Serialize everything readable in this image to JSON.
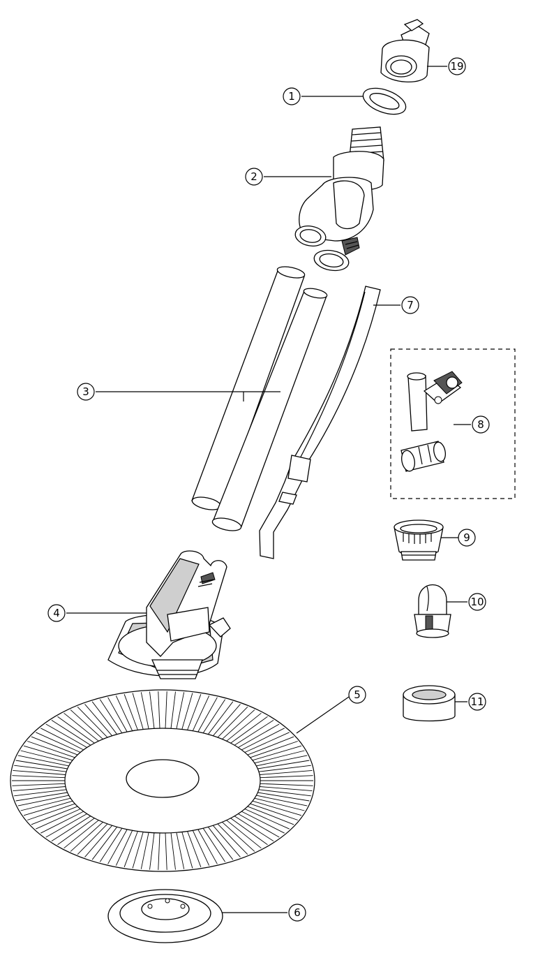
{
  "callouts": {
    "c19": "19",
    "c1": "1",
    "c2": "2",
    "c3": "3",
    "c4": "4",
    "c5": "5",
    "c6": "6",
    "c7": "7",
    "c8": "8",
    "c9": "9",
    "c10": "10",
    "c11": "11"
  }
}
